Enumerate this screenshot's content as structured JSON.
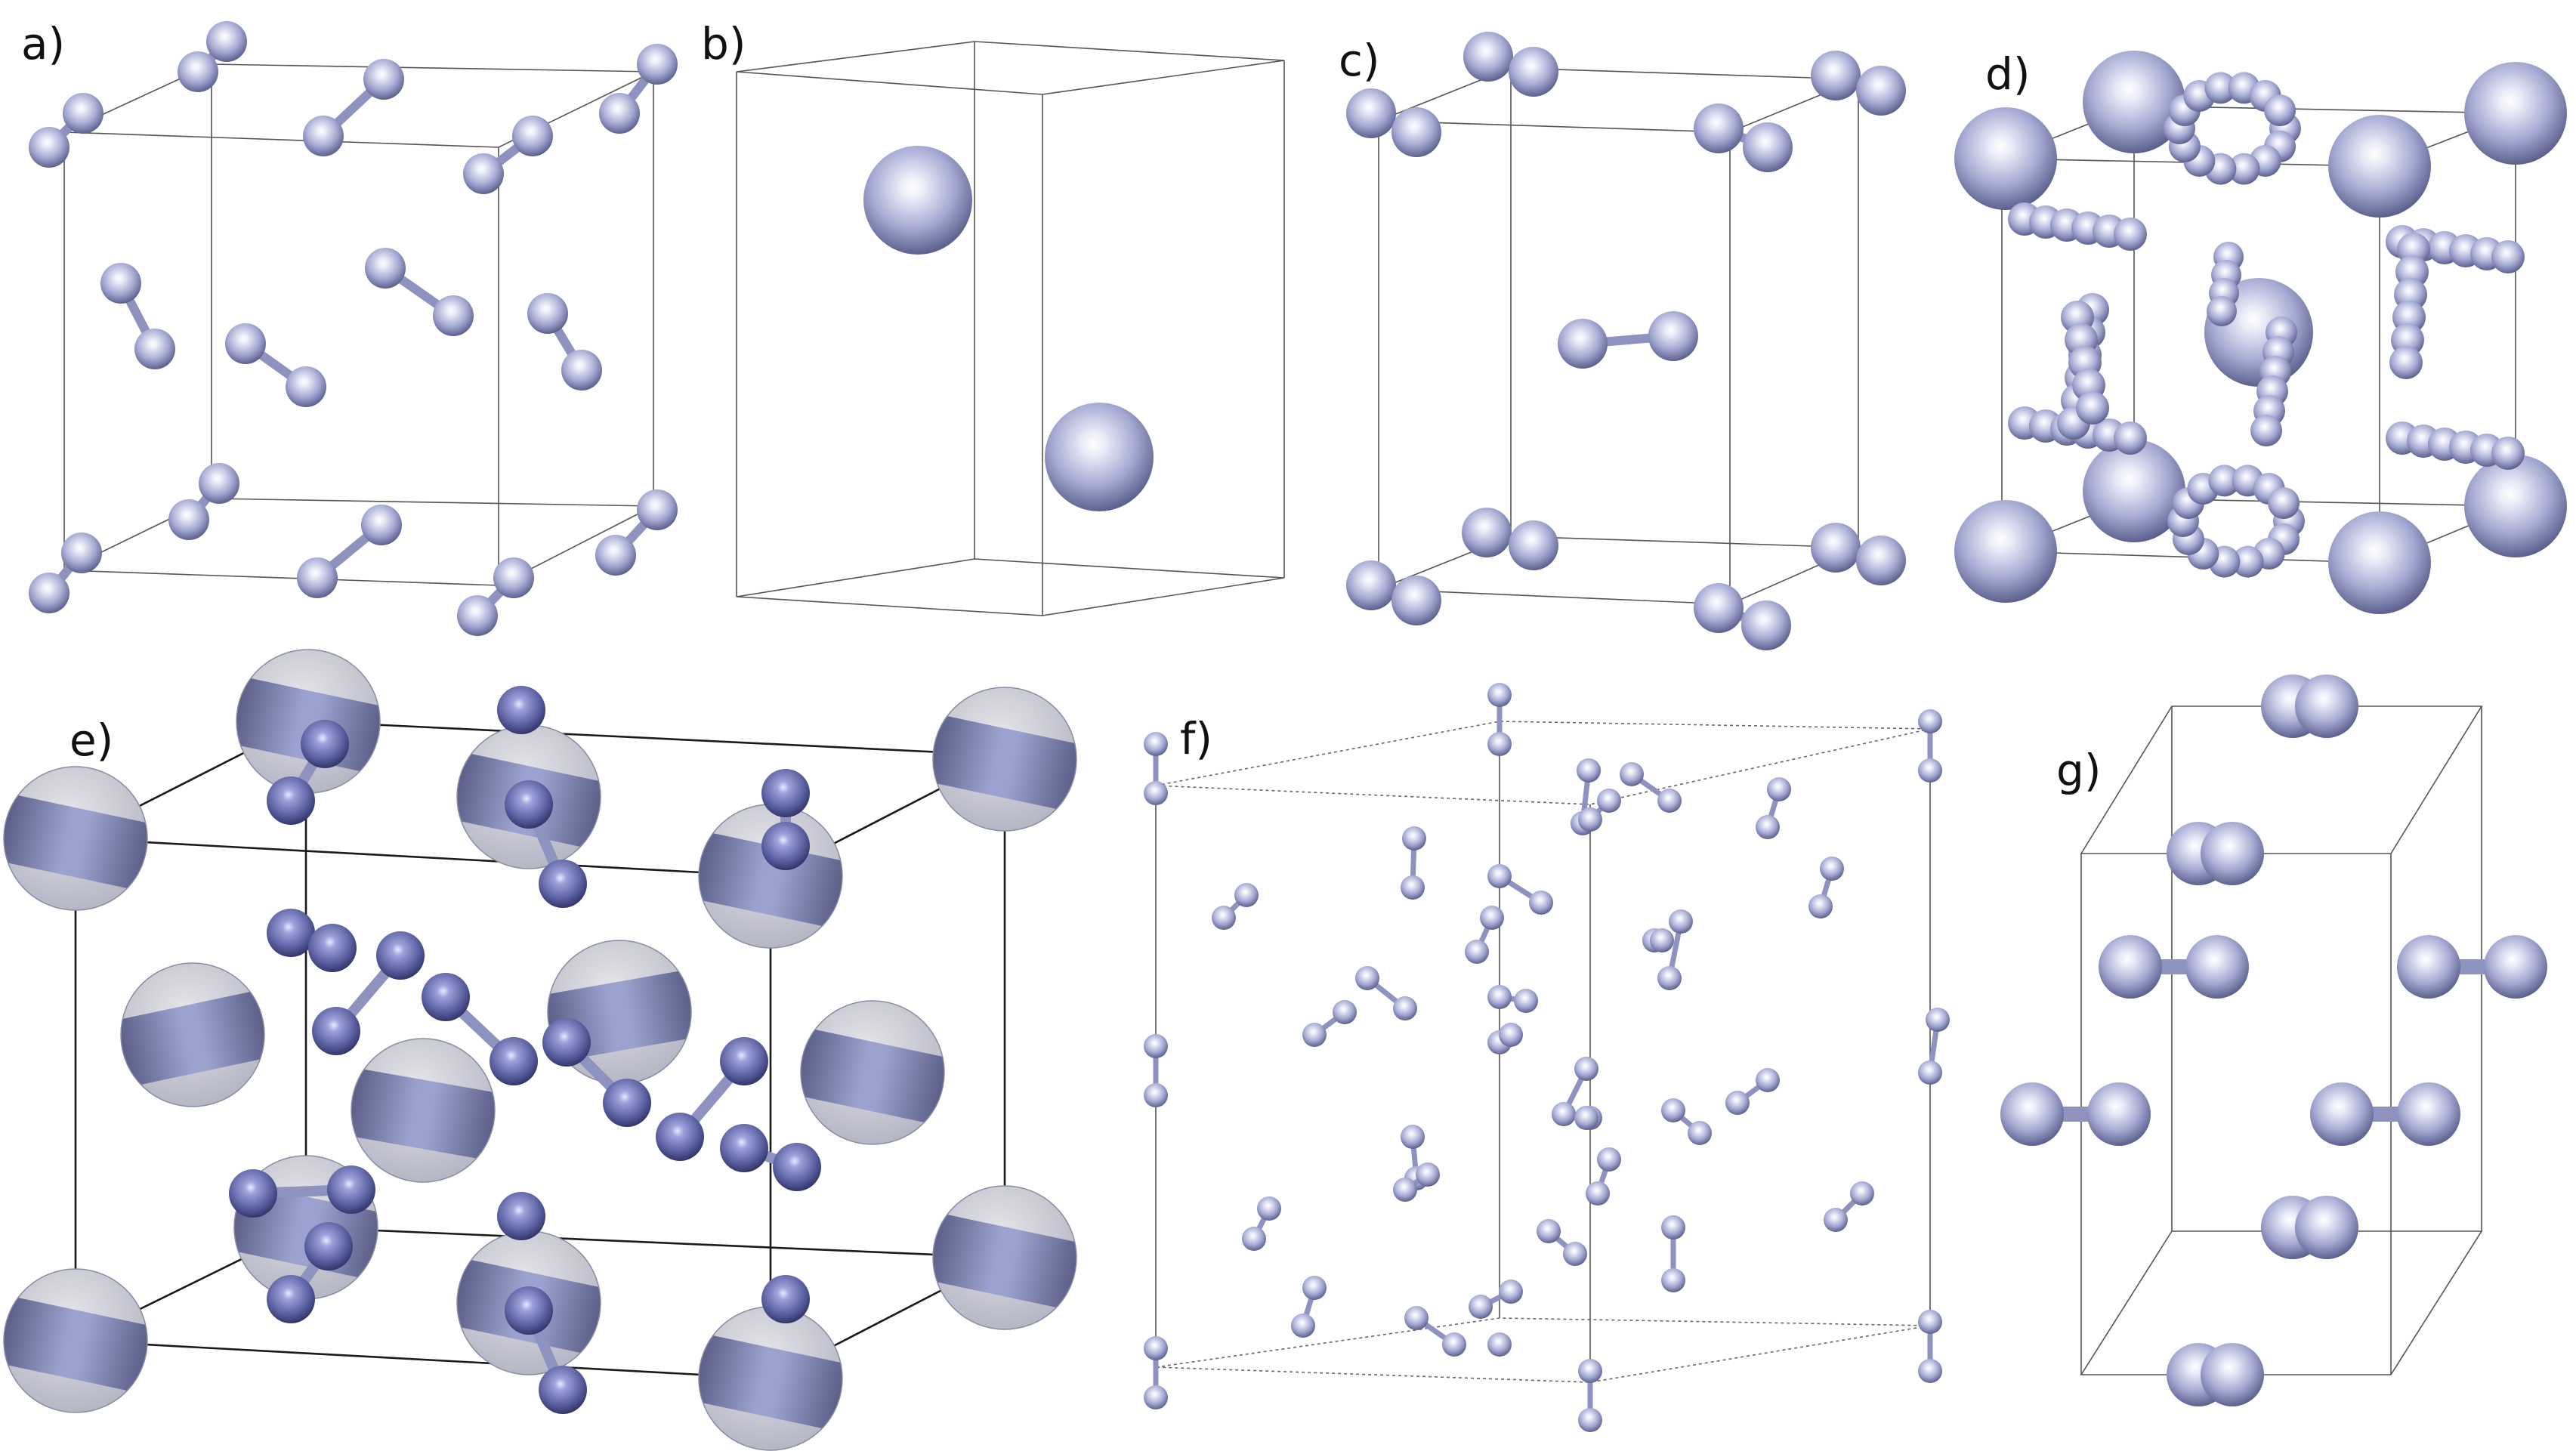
{
  "figure": {
    "panels": [
      {
        "id": "a",
        "label": "a)"
      },
      {
        "id": "b",
        "label": "b)"
      },
      {
        "id": "c",
        "label": "c)"
      },
      {
        "id": "d",
        "label": "d)"
      },
      {
        "id": "e",
        "label": "e)"
      },
      {
        "id": "f",
        "label": "f)"
      },
      {
        "id": "g",
        "label": "g)"
      }
    ]
  },
  "colors": {
    "atom_light": "#e9ebf7",
    "atom_mid": "#a4a9d2",
    "atom_dark": "#5c608e",
    "bond": "#8e92bf",
    "cell_edge": "#333333",
    "band_dark": "#4c5078",
    "band_light": "#c4c8dd"
  }
}
